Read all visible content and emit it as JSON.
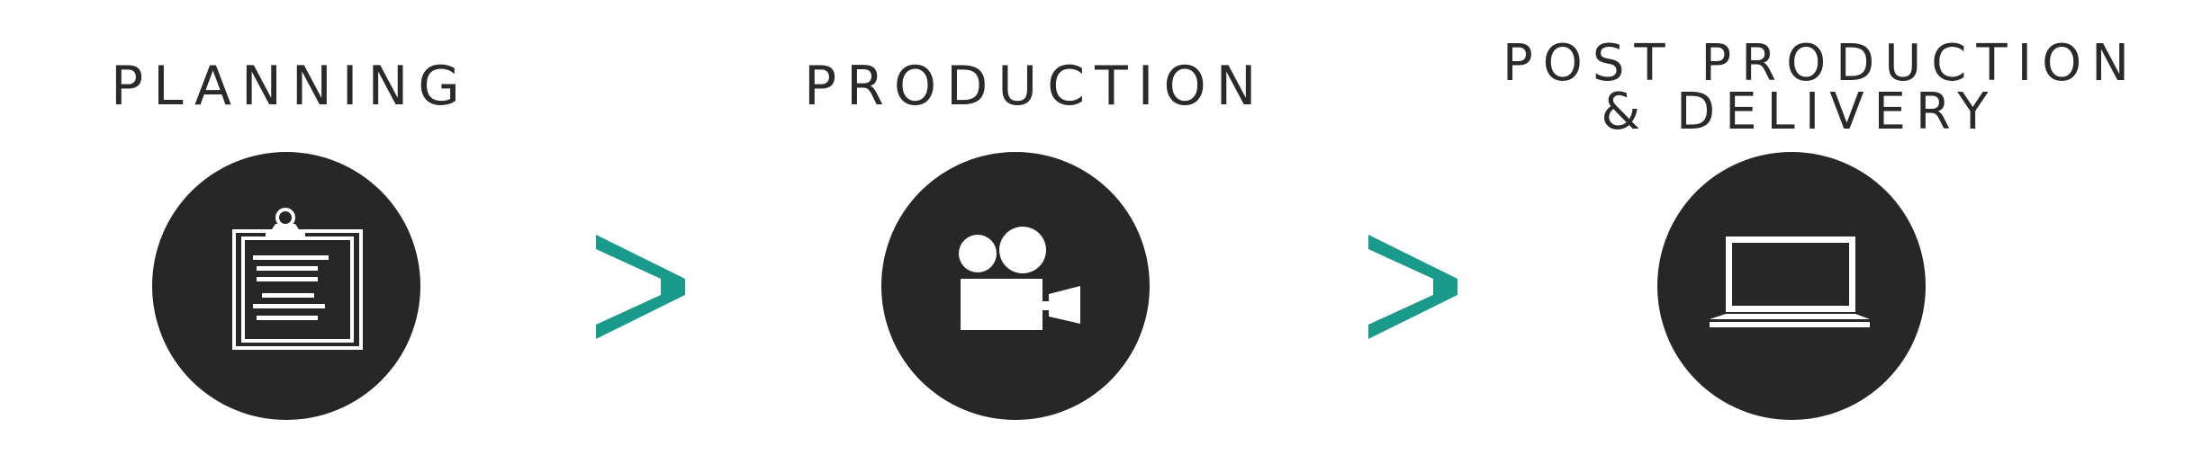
{
  "stages": [
    {
      "title": "PLANNING",
      "icon": "clipboard-icon"
    },
    {
      "title": "PRODUCTION",
      "icon": "film-camera-icon"
    },
    {
      "title_lines": [
        "POST PRODUCTION",
        "& DELIVERY"
      ],
      "icon": "laptop-icon"
    }
  ],
  "connector": {
    "icon": "chevron-right-icon",
    "glyph": ">"
  },
  "colors": {
    "circle": "#272727",
    "accent": "#1a9a8a",
    "text": "#2a2a2a",
    "icon": "#ffffff"
  }
}
